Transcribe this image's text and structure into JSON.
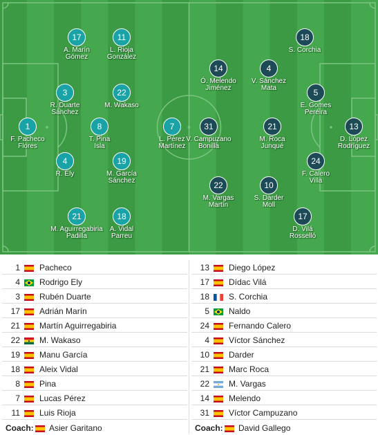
{
  "colors": {
    "pitch_dark": "#3c9a44",
    "pitch_light": "#46a84e",
    "lines": "#7cc483",
    "home": "#1aa3a6",
    "away": "#1c4a57"
  },
  "home_team": {
    "players": [
      {
        "number": "1",
        "name": "F. Pacheco\nFlores"
      },
      {
        "number": "3",
        "name": "R. Duarte\nSánchez"
      },
      {
        "number": "4",
        "name": "R. Ely"
      },
      {
        "number": "17",
        "name": "A. Marín\nGómez"
      },
      {
        "number": "21",
        "name": "M. Aguirregabiria\nPadilla"
      },
      {
        "number": "8",
        "name": "T. Pina\nIsla"
      },
      {
        "number": "11",
        "name": "L. Rioja\nGonzález"
      },
      {
        "number": "22",
        "name": "M. Wakaso"
      },
      {
        "number": "19",
        "name": "M. García\nSánchez"
      },
      {
        "number": "18",
        "name": "A. Vidal\nParreu"
      },
      {
        "number": "7",
        "name": "L. Pérez\nMartínez"
      }
    ],
    "list": [
      {
        "number": "1",
        "flag": "es",
        "name": "Pacheco"
      },
      {
        "number": "4",
        "flag": "br",
        "name": "Rodrigo Ely"
      },
      {
        "number": "3",
        "flag": "es",
        "name": "Rubén Duarte"
      },
      {
        "number": "17",
        "flag": "es",
        "name": "Adrián Marín"
      },
      {
        "number": "21",
        "flag": "es",
        "name": "Martín Aguirregabiria"
      },
      {
        "number": "22",
        "flag": "gh",
        "name": "M. Wakaso"
      },
      {
        "number": "19",
        "flag": "es",
        "name": "Manu García"
      },
      {
        "number": "18",
        "flag": "es",
        "name": "Aleix Vidal"
      },
      {
        "number": "8",
        "flag": "es",
        "name": "Pina"
      },
      {
        "number": "7",
        "flag": "es",
        "name": "Lucas Pérez"
      },
      {
        "number": "11",
        "flag": "es",
        "name": "Luis Rioja"
      }
    ],
    "coach_label": "Coach:",
    "coach_flag": "es",
    "coach": "Asier Garitano"
  },
  "away_team": {
    "players": [
      {
        "number": "31",
        "name": "V. Campuzano\nBonilla"
      },
      {
        "number": "14",
        "name": "Ó. Melendo\nJiménez"
      },
      {
        "number": "22",
        "name": "M. Vargas\nMartín"
      },
      {
        "number": "4",
        "name": "V. Sánchez\nMata"
      },
      {
        "number": "21",
        "name": "M. Roca\nJunqué"
      },
      {
        "number": "10",
        "name": "S. Darder\nMoll"
      },
      {
        "number": "18",
        "name": "S. Corchia"
      },
      {
        "number": "5",
        "name": "E. Gomes\nPereira"
      },
      {
        "number": "24",
        "name": "F. Calero\nVilla"
      },
      {
        "number": "17",
        "name": "D. Vilá\nRosselló"
      },
      {
        "number": "13",
        "name": "D. López\nRodríguez"
      }
    ],
    "list": [
      {
        "number": "13",
        "flag": "es",
        "name": "Diego López"
      },
      {
        "number": "17",
        "flag": "es",
        "name": "Dídac Vilá"
      },
      {
        "number": "18",
        "flag": "fr",
        "name": "S. Corchia"
      },
      {
        "number": "5",
        "flag": "br",
        "name": "Naldo"
      },
      {
        "number": "24",
        "flag": "es",
        "name": "Fernando Calero"
      },
      {
        "number": "4",
        "flag": "es",
        "name": "Víctor Sánchez"
      },
      {
        "number": "10",
        "flag": "es",
        "name": "Darder"
      },
      {
        "number": "21",
        "flag": "es",
        "name": "Marc Roca"
      },
      {
        "number": "22",
        "flag": "ar",
        "name": "M. Vargas"
      },
      {
        "number": "14",
        "flag": "es",
        "name": "Melendo"
      },
      {
        "number": "31",
        "flag": "es",
        "name": "Víctor Campuzano"
      }
    ],
    "coach_label": "Coach:",
    "coach_flag": "es",
    "coach": "David Gallego"
  }
}
